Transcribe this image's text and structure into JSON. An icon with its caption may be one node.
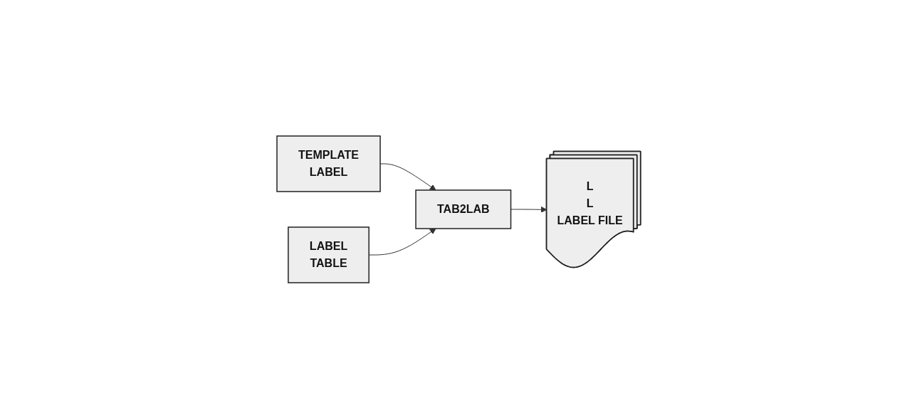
{
  "diagram": {
    "nodes": [
      {
        "text": [
          "TEMPLATE",
          "LABEL"
        ]
      },
      {
        "text": [
          "LABEL",
          "TABLE"
        ]
      },
      {
        "text": [
          "TAB2LAB"
        ]
      },
      {
        "text": [
          "L",
          "L",
          "LABEL FILE"
        ]
      }
    ],
    "edges": [
      {
        "from": 0,
        "to": 2,
        "arrow": "to"
      },
      {
        "from": 1,
        "to": 2,
        "arrow": "to"
      },
      {
        "from": 2,
        "to": 3,
        "arrow": "to"
      }
    ]
  }
}
